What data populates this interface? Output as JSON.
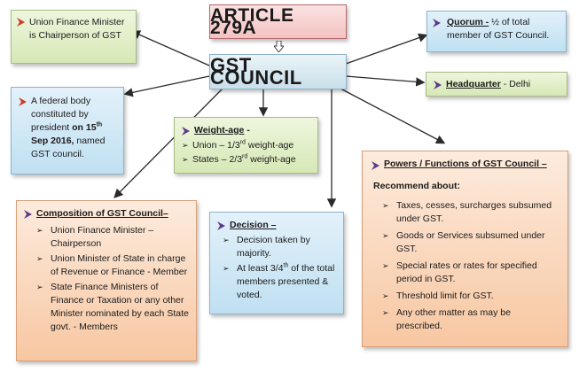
{
  "title": "ARTICLE 279A",
  "council": "GST COUNCIL",
  "chairperson": "Union Finance Minister is Chairperson of GST",
  "quorum": {
    "heading": "Quorum -",
    "text": " ½ of total member of GST Council."
  },
  "headquarter": {
    "heading": "Headquarter",
    "text": " - Delhi"
  },
  "federal": {
    "line1": "A federal body",
    "line2": "constituted by",
    "line3a": "president ",
    "line3b": "on 15",
    "line3sup": "th",
    "line4": "Sep 2016,",
    "line4b": " named",
    "line5": "GST council."
  },
  "weightage": {
    "heading": "Weight-age",
    "suffix": " -",
    "items": [
      {
        "pre": "Union – 1/3",
        "sup": "rd",
        "post": " weight-age"
      },
      {
        "pre": "States – 2/3",
        "sup": "rd",
        "post": " weight-age"
      }
    ]
  },
  "composition": {
    "heading": "Composition of GST Council–",
    "items": [
      "Union Finance Minister – Chairperson",
      "Union Minister of State in charge of Revenue or Finance - Member",
      "State Finance Ministers of Finance or Taxation or any other Minister nominated by each State govt. - Members"
    ]
  },
  "decision": {
    "heading": "Decision –",
    "item1": "Decision taken by majority.",
    "item2_pre": "At least 3/4",
    "item2_sup": "th",
    "item2_post": " of the total members presented & voted."
  },
  "powers": {
    "heading": "Powers / Functions of GST Council –",
    "subheading": "Recommend about:",
    "items": [
      "Taxes, cesses, surcharges subsumed under GST.",
      "Goods or Services subsumed under GST.",
      "Special rates or rates for specified period in GST.",
      "Threshold limit for GST.",
      "Any other matter as may be prescribed."
    ]
  },
  "colors": {
    "arrow": "#2b2b2b",
    "bullet_red": "#d03a2a",
    "bullet_purple": "#5a3d8a"
  }
}
